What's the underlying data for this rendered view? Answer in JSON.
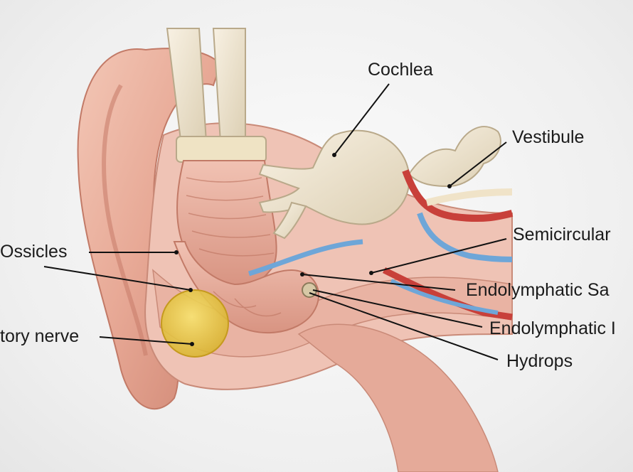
{
  "labels": {
    "cochlea": "Cochlea",
    "vestibule": "Vestibule",
    "semicircular": "Semicircular",
    "ossicles": "Ossicles",
    "endolymphatic_sac": "Endolymphatic Sa",
    "auditory_nerve": "tory nerve",
    "endolymphatic_duct": "Endolymphatic I",
    "hydrops": "Hydrops"
  }
}
